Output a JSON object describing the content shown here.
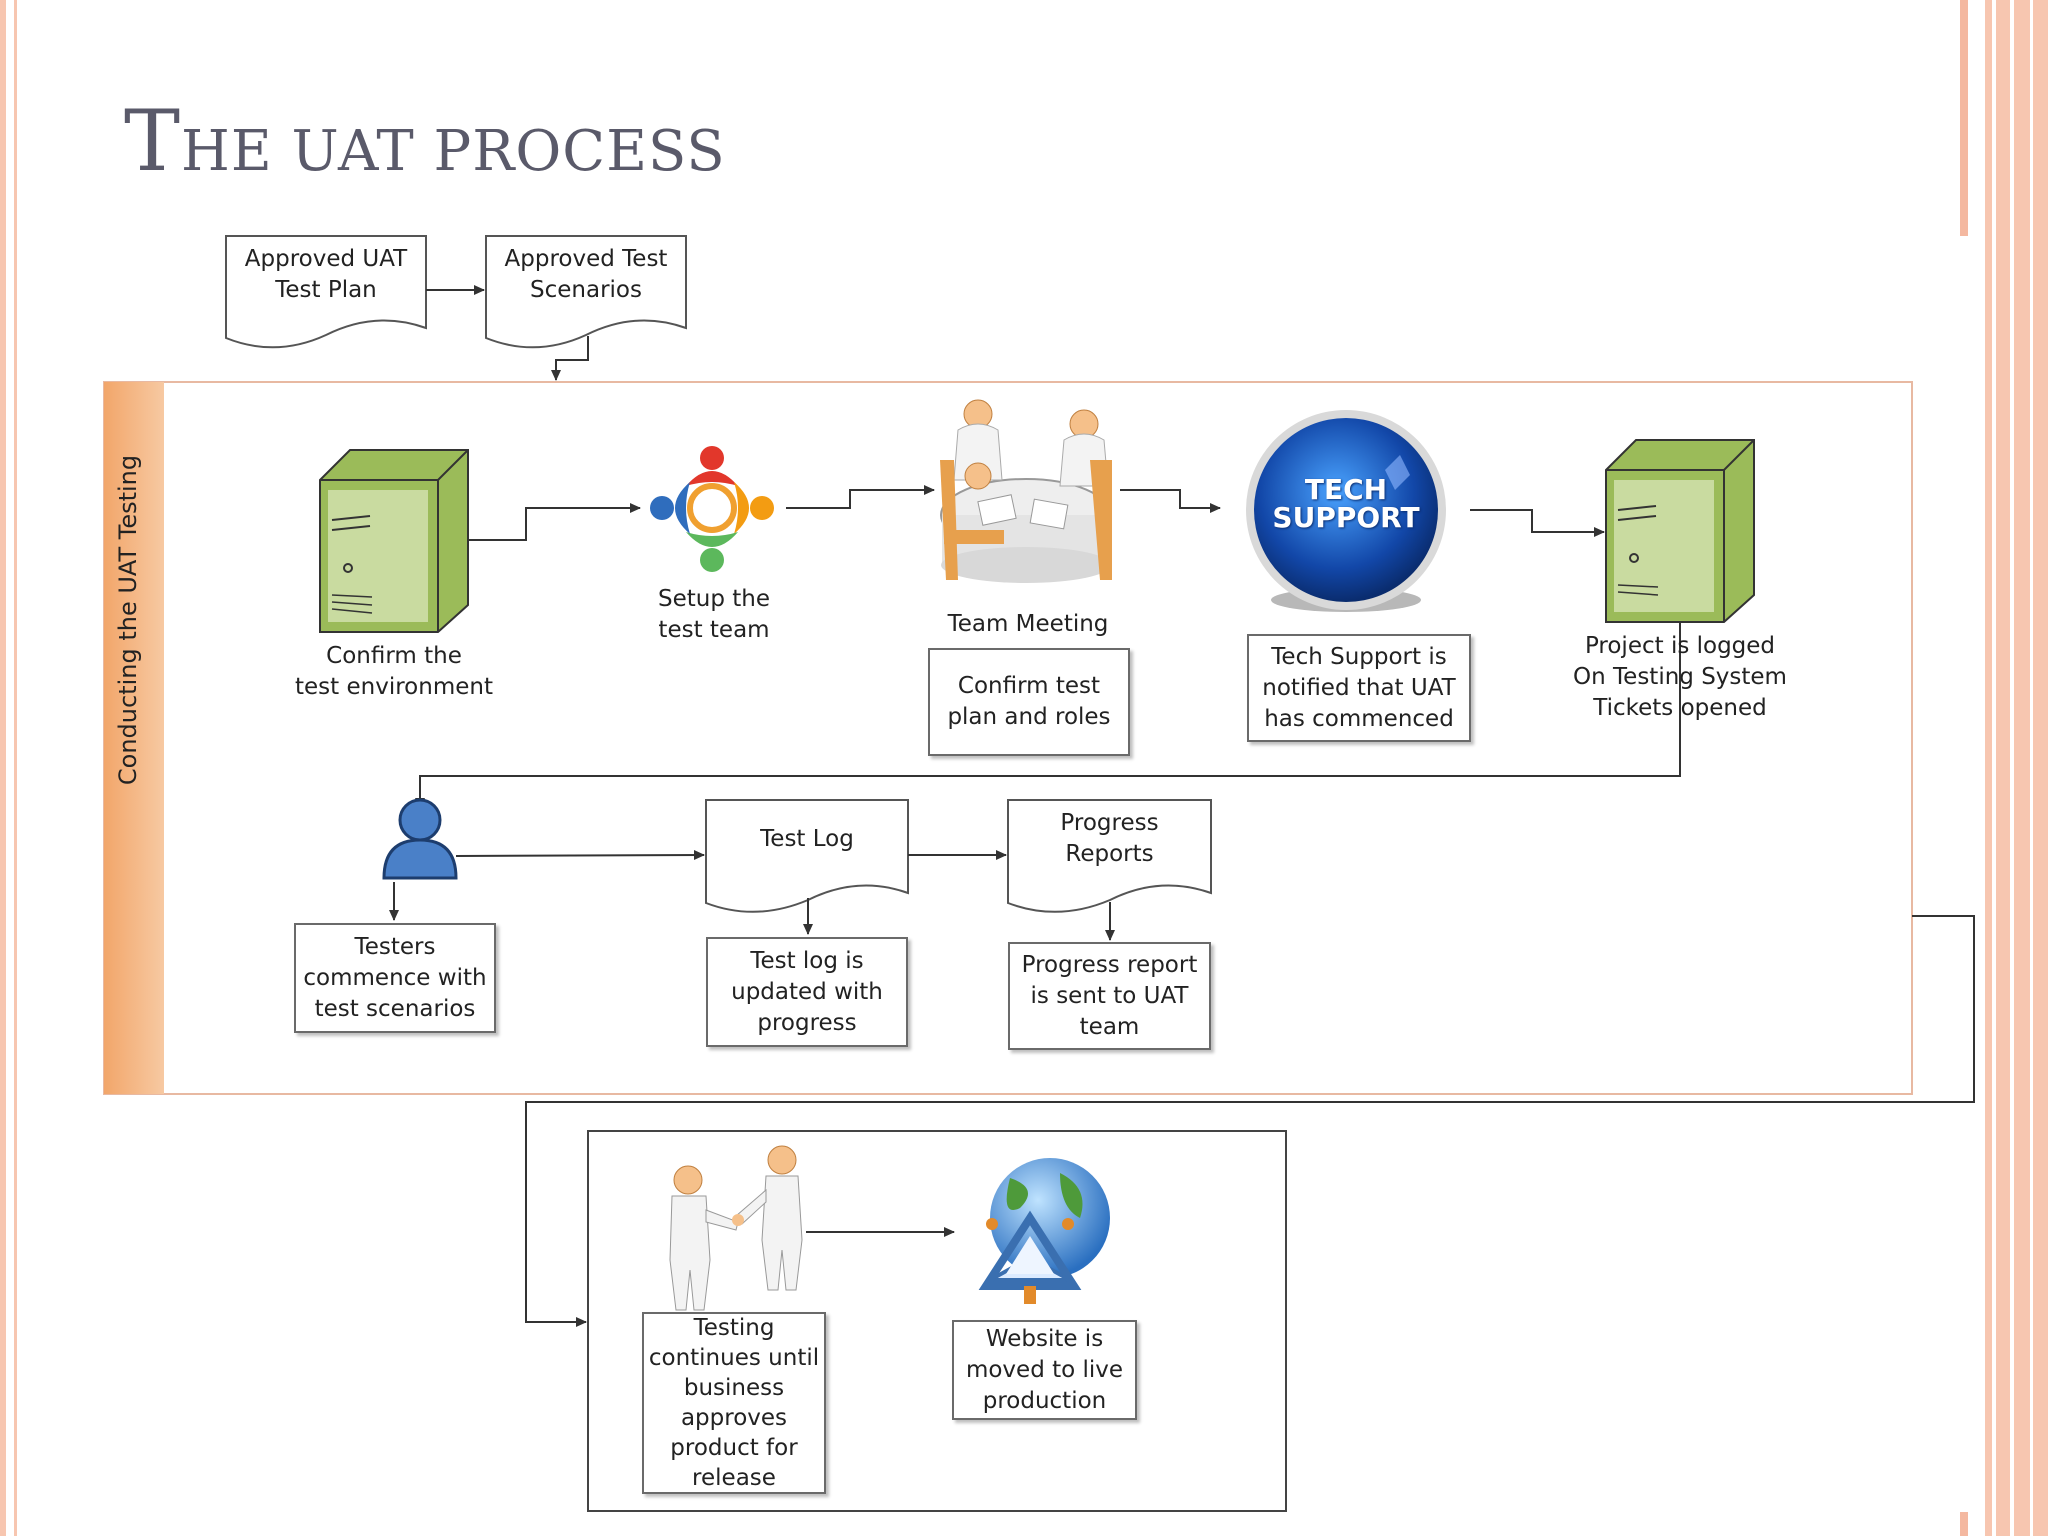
{
  "slide_title": "The UAT Process",
  "swimlane_label": "Conducting the UAT Testing",
  "documents": {
    "approved_plan": "Approved UAT\nTest Plan",
    "approved_scenarios": "Approved Test\nScenarios",
    "test_log": "Test Log",
    "progress_reports": "Progress\nReports"
  },
  "steps": {
    "confirm_env": "Confirm the\ntest environment",
    "setup_team": "Setup the\ntest team",
    "team_meeting": "Team Meeting",
    "confirm_plan": "Confirm test\nplan and roles",
    "tech_support_notified": "Tech Support is\nnotified that UAT\nhas commenced",
    "project_logged": "Project is logged\nOn Testing System\nTickets opened",
    "testers_commence": "Testers\ncommence with\ntest scenarios",
    "log_updated": "Test log is\nupdated with\nprogress",
    "report_sent": "Progress  report\nis sent to UAT\nteam",
    "testing_continues": "Testing\ncontinues until\nbusiness\napproves\nproduct for\nrelease",
    "website_live": "Website is\nmoved to live\nproduction"
  },
  "tech_support_badge": "TECH\nSUPPORT",
  "colors": {
    "title": "#5a5a6a",
    "swimlane_bar": "#f4b183",
    "server_green": "#9bbb59",
    "tech_support_blue": "#1f5fc4",
    "slide_border": "#f4b8a0"
  },
  "icons": [
    "server-icon",
    "team-circle-icon",
    "meeting-icon",
    "tech-support-icon",
    "server-icon",
    "user-icon",
    "handshake-icon",
    "globe-icon"
  ]
}
